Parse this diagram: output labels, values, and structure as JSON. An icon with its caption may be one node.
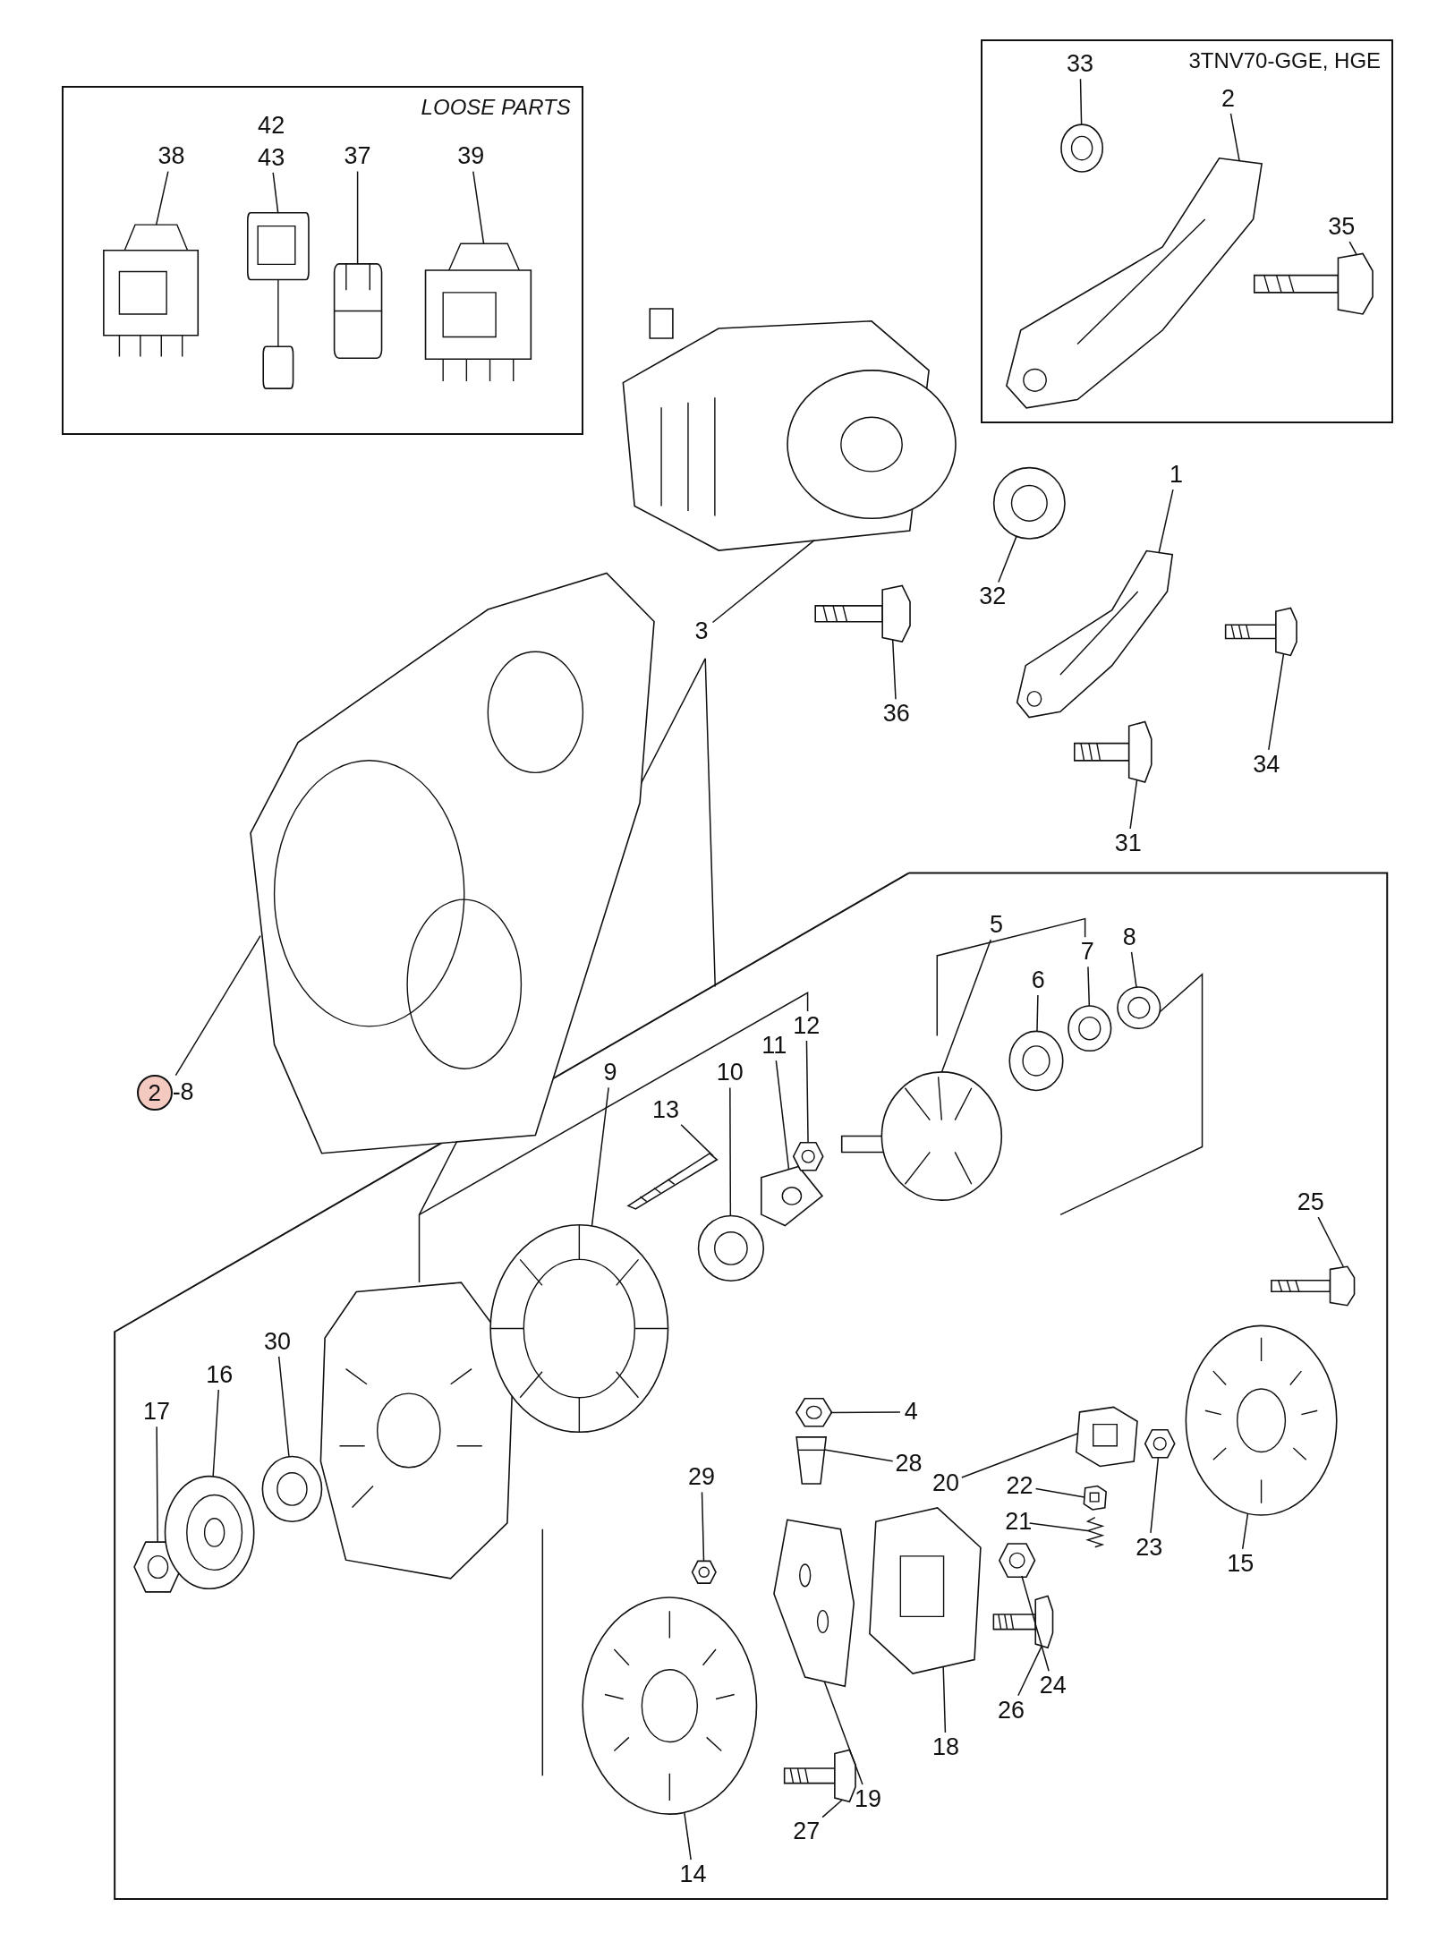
{
  "diagram": {
    "nodes": [
      {
        "text": [
          "LOOSE PARTS"
        ]
      },
      {
        "text": [
          "3TNV70-GGE, HGE"
        ]
      },
      {
        "text": [
          "38"
        ],
        "in": 0
      },
      {
        "text": [
          "42"
        ],
        "in": 0
      },
      {
        "text": [
          "43"
        ],
        "in": 0
      },
      {
        "text": [
          "37"
        ],
        "in": 0
      },
      {
        "text": [
          "39"
        ],
        "in": 0
      },
      {
        "text": [],
        "shape": "picture",
        "in": 0
      },
      {
        "text": [],
        "shape": "picture",
        "in": 0
      },
      {
        "text": [],
        "shape": "picture",
        "in": 0
      },
      {
        "text": [],
        "shape": "picture",
        "in": 0
      },
      {
        "text": [
          "33"
        ],
        "in": 1
      },
      {
        "text": [
          "2"
        ],
        "in": 1
      },
      {
        "text": [
          "35"
        ],
        "in": 1
      },
      {
        "text": [],
        "shape": "picture",
        "in": 1
      },
      {
        "text": [],
        "shape": "picture",
        "in": 1
      },
      {
        "text": [],
        "shape": "picture",
        "in": 1
      },
      {
        "text": [],
        "shape": "picture"
      },
      {
        "text": [
          "3"
        ]
      },
      {
        "text": [
          "32"
        ]
      },
      {
        "text": [],
        "shape": "picture"
      },
      {
        "text": [
          "1"
        ]
      },
      {
        "text": [],
        "shape": "picture"
      },
      {
        "text": [
          "34"
        ]
      },
      {
        "text": [],
        "shape": "picture"
      },
      {
        "text": [
          "31"
        ]
      },
      {
        "text": [],
        "shape": "picture"
      },
      {
        "text": [
          "36"
        ]
      },
      {
        "text": [],
        "shape": "picture"
      },
      {
        "text": [],
        "shape": "picture"
      },
      {
        "text": [
          "2",
          "-8"
        ]
      },
      {
        "text": [
          "5"
        ]
      },
      {
        "text": [],
        "shape": "picture"
      },
      {
        "text": [
          "6"
        ]
      },
      {
        "text": [],
        "shape": "picture"
      },
      {
        "text": [
          "7"
        ]
      },
      {
        "text": [],
        "shape": "picture"
      },
      {
        "text": [
          "8"
        ]
      },
      {
        "text": [],
        "shape": "picture"
      },
      {
        "text": [
          "9"
        ]
      },
      {
        "text": [],
        "shape": "picture"
      },
      {
        "text": [
          "10"
        ]
      },
      {
        "text": [],
        "shape": "picture"
      },
      {
        "text": [
          "11"
        ]
      },
      {
        "text": [],
        "shape": "picture"
      },
      {
        "text": [
          "12"
        ]
      },
      {
        "text": [],
        "shape": "picture"
      },
      {
        "text": [
          "13"
        ]
      },
      {
        "text": [],
        "shape": "picture"
      },
      {
        "text": [
          "25"
        ]
      },
      {
        "text": [],
        "shape": "picture"
      },
      {
        "text": [
          "4"
        ]
      },
      {
        "text": [],
        "shape": "picture"
      },
      {
        "text": [
          "28"
        ]
      },
      {
        "text": [],
        "shape": "picture"
      },
      {
        "text": [
          "20"
        ]
      },
      {
        "text": [],
        "shape": "picture"
      },
      {
        "text": [
          "22"
        ]
      },
      {
        "text": [],
        "shape": "picture"
      },
      {
        "text": [
          "21"
        ]
      },
      {
        "text": [],
        "shape": "picture"
      },
      {
        "text": [
          "23"
        ]
      },
      {
        "text": [],
        "shape": "picture"
      },
      {
        "text": [
          "15"
        ]
      },
      {
        "text": [],
        "shape": "picture"
      },
      {
        "text": [
          "17"
        ]
      },
      {
        "text": [],
        "shape": "picture"
      },
      {
        "text": [
          "16"
        ]
      },
      {
        "text": [],
        "shape": "picture"
      },
      {
        "text": [
          "30"
        ]
      },
      {
        "text": [],
        "shape": "picture"
      },
      {
        "text": [
          "29"
        ]
      },
      {
        "text": [],
        "shape": "picture"
      },
      {
        "text": [
          "18"
        ]
      },
      {
        "text": [],
        "shape": "picture"
      },
      {
        "text": [
          "19"
        ]
      },
      {
        "text": [],
        "shape": "picture"
      },
      {
        "text": [
          "24"
        ]
      },
      {
        "text": [],
        "shape": "picture"
      },
      {
        "text": [
          "26"
        ]
      },
      {
        "text": [],
        "shape": "picture"
      },
      {
        "text": [
          "27"
        ]
      },
      {
        "text": [],
        "shape": "picture"
      },
      {
        "text": [
          "14"
        ]
      },
      {
        "text": [],
        "shape": "picture"
      }
    ],
    "edges": [
      {
        "from": 2,
        "to": 7,
        "arrow": "none"
      },
      {
        "from": 4,
        "to": 8,
        "arrow": "none"
      },
      {
        "from": 5,
        "to": 9,
        "arrow": "none"
      },
      {
        "from": 6,
        "to": 10,
        "arrow": "none"
      },
      {
        "from": 11,
        "to": 14,
        "arrow": "none"
      },
      {
        "from": 12,
        "to": 15,
        "arrow": "none"
      },
      {
        "from": 13,
        "to": 16,
        "arrow": "none"
      },
      {
        "from": 18,
        "to": 17,
        "arrow": "none"
      },
      {
        "from": 19,
        "to": 20,
        "arrow": "none"
      },
      {
        "from": 21,
        "to": 22,
        "arrow": "none"
      },
      {
        "from": 23,
        "to": 24,
        "arrow": "none"
      },
      {
        "from": 25,
        "to": 26,
        "arrow": "none"
      },
      {
        "from": 27,
        "to": 28,
        "arrow": "none"
      },
      {
        "from": 30,
        "to": 29,
        "arrow": "none"
      },
      {
        "from": 31,
        "to": 32,
        "arrow": "none"
      },
      {
        "from": 33,
        "to": 34,
        "arrow": "none"
      },
      {
        "from": 35,
        "to": 36,
        "arrow": "none"
      },
      {
        "from": 37,
        "to": 38,
        "arrow": "none"
      },
      {
        "from": 39,
        "to": 40,
        "arrow": "none"
      },
      {
        "from": 41,
        "to": 42,
        "arrow": "none"
      },
      {
        "from": 43,
        "to": 44,
        "arrow": "none"
      },
      {
        "from": 45,
        "to": 46,
        "arrow": "none"
      },
      {
        "from": 47,
        "to": 48,
        "arrow": "none"
      },
      {
        "from": 49,
        "to": 50,
        "arrow": "none"
      },
      {
        "from": 51,
        "to": 52,
        "arrow": "none"
      },
      {
        "from": 53,
        "to": 54,
        "arrow": "none"
      },
      {
        "from": 55,
        "to": 56,
        "arrow": "none"
      },
      {
        "from": 57,
        "to": 58,
        "arrow": "none"
      },
      {
        "from": 59,
        "to": 60,
        "arrow": "none"
      },
      {
        "from": 61,
        "to": 62,
        "arrow": "none"
      },
      {
        "from": 63,
        "to": 64,
        "arrow": "none"
      },
      {
        "from": 65,
        "to": 66,
        "arrow": "none"
      },
      {
        "from": 67,
        "to": 68,
        "arrow": "none"
      },
      {
        "from": 69,
        "to": 70,
        "arrow": "none"
      },
      {
        "from": 71,
        "to": 72,
        "arrow": "none"
      },
      {
        "from": 73,
        "to": 74,
        "arrow": "none"
      },
      {
        "from": 75,
        "to": 76,
        "arrow": "none"
      },
      {
        "from": 77,
        "to": 78,
        "arrow": "none"
      },
      {
        "from": 79,
        "to": 80,
        "arrow": "none"
      },
      {
        "from": 81,
        "to": 82,
        "arrow": "none"
      },
      {
        "from": 83,
        "to": 84,
        "arrow": "none"
      }
    ]
  }
}
